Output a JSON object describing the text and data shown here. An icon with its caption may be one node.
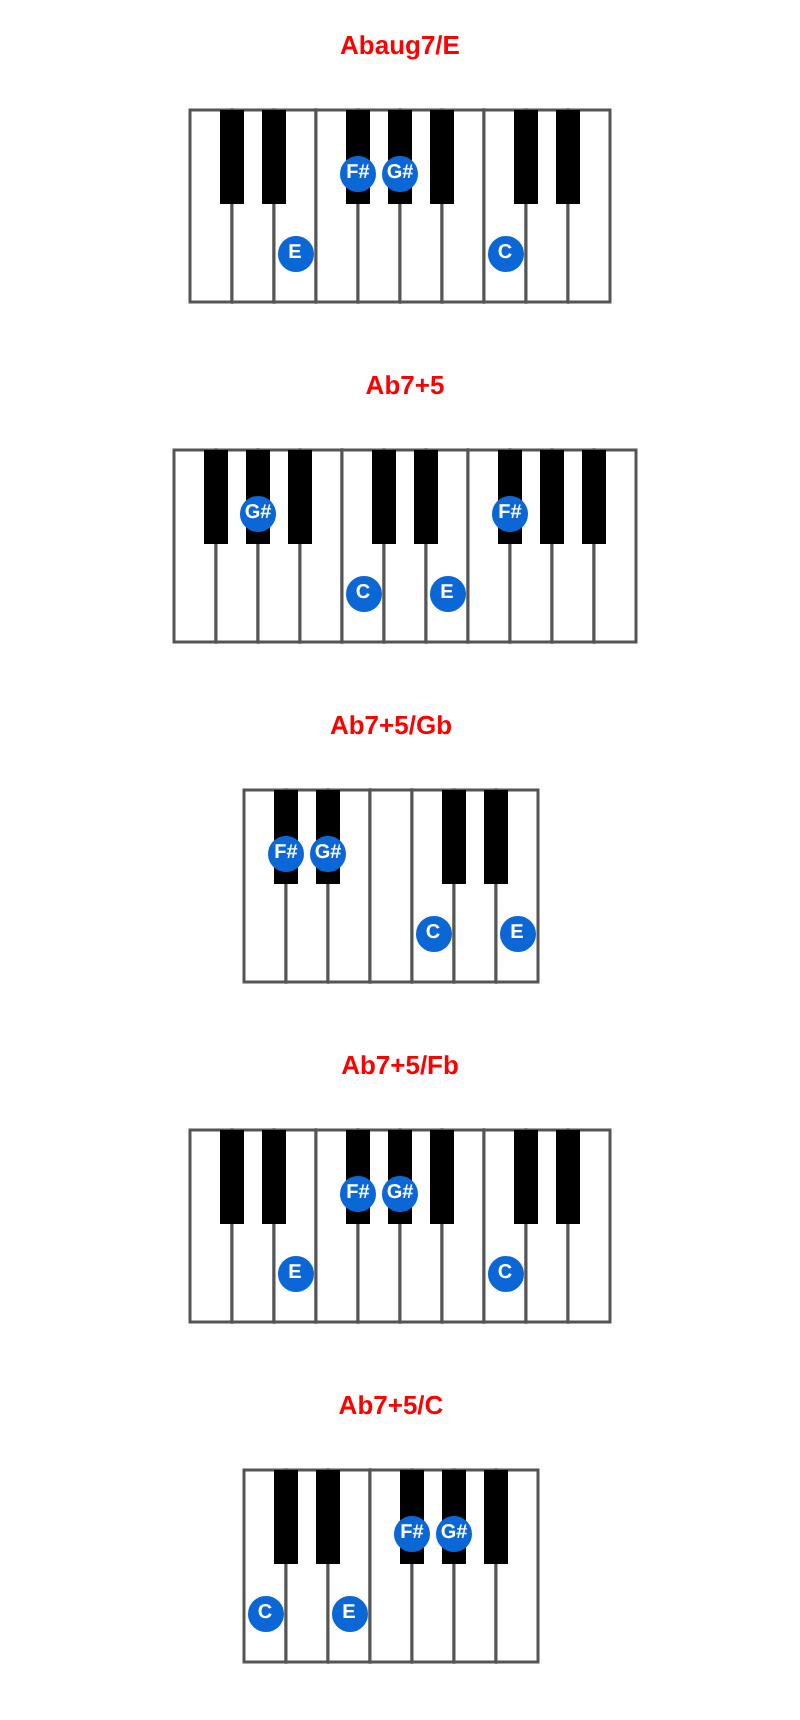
{
  "diagram": {
    "nodes": [
      {
        "text": [
          "F#"
        ]
      },
      {
        "text": [
          "G#"
        ]
      },
      {
        "text": [
          "E"
        ]
      },
      {
        "text": [
          "C"
        ]
      },
      {
        "text": [
          "G#"
        ]
      },
      {
        "text": [
          "F#"
        ]
      },
      {
        "text": [
          "C"
        ]
      },
      {
        "text": [
          "E"
        ]
      },
      {
        "text": [
          "F#"
        ]
      },
      {
        "text": [
          "G#"
        ]
      },
      {
        "text": [
          "C"
        ]
      },
      {
        "text": [
          "E"
        ]
      },
      {
        "text": [
          "F#"
        ]
      },
      {
        "text": [
          "G#"
        ]
      },
      {
        "text": [
          "E"
        ]
      },
      {
        "text": [
          "C"
        ]
      },
      {
        "text": [
          "F#"
        ]
      },
      {
        "text": [
          "G#"
        ]
      },
      {
        "text": [
          "C"
        ]
      },
      {
        "text": [
          "E"
        ]
      }
    ],
    "labels": [
      "Abaug7/E",
      "Ab7+5",
      "Ab7+5/Gb",
      "Ab7+5/Fb",
      "Ab7+5/C"
    ]
  }
}
